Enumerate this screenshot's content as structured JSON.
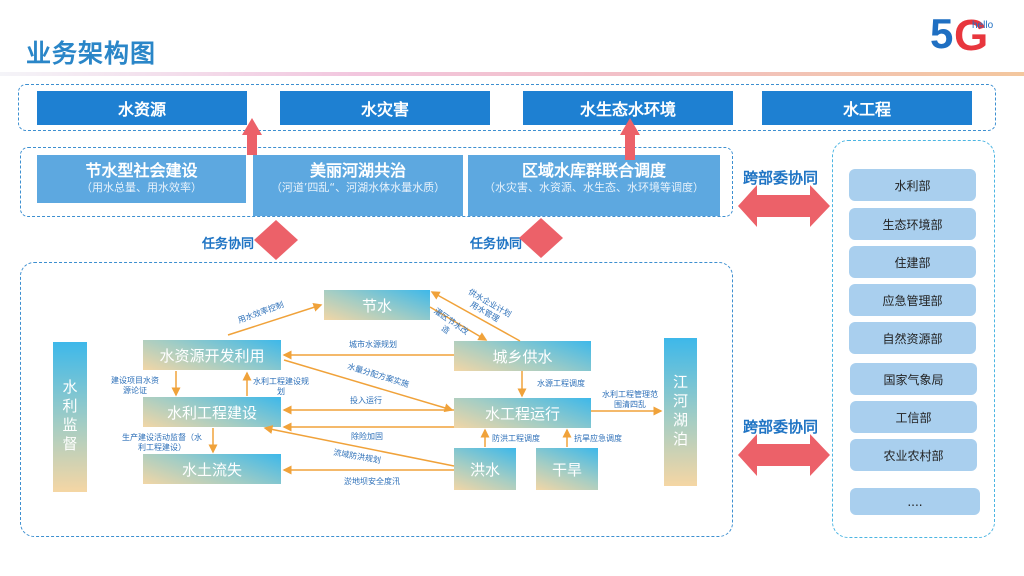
{
  "page": {
    "title": "业务架构图",
    "logo": {
      "main": "5G",
      "sub": "hello",
      "color_5": "#1f6fc2",
      "color_g": "#e8363d"
    }
  },
  "colors": {
    "top_box": "#1e80d2",
    "mid_box": "#5da8e0",
    "arrow_red": "#ec6169",
    "flow_orange": "#f0a23a",
    "label_blue": "#1f74c4",
    "dept_box": "#a9cfee"
  },
  "top_row": [
    "水资源",
    "水灾害",
    "水生态水环境",
    "水工程"
  ],
  "middle_row": [
    {
      "title": "节水型社会建设",
      "subtitle": "（用水总量、用水效率）"
    },
    {
      "title": "美丽河湖共治",
      "subtitle": "（河道’四乱“、河湖水体水量水质）"
    },
    {
      "title": "区域水库群联合调度",
      "subtitle": "（水灾害、水资源、水生态、水环境等调度）"
    }
  ],
  "coordination": {
    "task": "任务协同",
    "cross_department": "跨部委协同"
  },
  "flow": {
    "supervision": "水利监督",
    "rivers_lakes": "江河湖泊",
    "nodes": {
      "save_water": "节水",
      "resource_dev": "水资源开发利用",
      "urban_rural_supply": "城乡供水",
      "project_construction": "水利工程建设",
      "project_operation": "水工程运行",
      "soil_erosion": "水土流失",
      "flood": "洪水",
      "drought": "干旱"
    },
    "edges": {
      "water_efficiency_control": "用水效率控制",
      "supply_enterprise_plan": "供水企业计划用水管理",
      "irrigation_reform": "灌区节水改造",
      "urban_source_planning": "城市水源规划",
      "allocation_implementation": "水量分配方案实施",
      "project_demonstration": "建设项目水资源论证",
      "project_planning": "水利工程建设规划",
      "put_into_operation": "投入运行",
      "source_dispatch": "水源工程调度",
      "management_scope": "水利工程管理范围清四乱",
      "risk_reinforcement": "除险加固",
      "production_supervision": "生产建设活动监督（水利工程建设）",
      "basin_flood_planning": "流域防洪规划",
      "dam_safety_flood": "淤地坝安全度汛",
      "flood_dispatch": "防洪工程调度",
      "drought_dispatch": "抗旱应急调度"
    }
  },
  "departments": [
    "水利部",
    "生态环境部",
    "住建部",
    "应急管理部",
    "自然资源部",
    "国家气象局",
    "工信部",
    "农业农村部",
    "...."
  ]
}
